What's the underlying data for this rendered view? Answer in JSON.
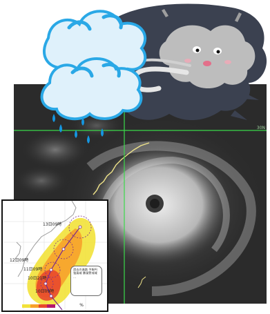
{
  "satellite": {
    "grid_label": "30N",
    "colors": {
      "grid": "#3bd94a",
      "coast": "#f0e48a",
      "background": "#2b2b2b"
    }
  },
  "forecast_map": {
    "times": [
      "13日09時",
      "12日09時",
      "11日09時",
      "10日21時",
      "10日09時"
    ],
    "note": "過去の進路 予報円 強風域 暴風警戒域 …",
    "legend_unit": "%",
    "colors": {
      "cone_outer": "#f2e23a",
      "cone_mid": "#f7a12b",
      "cone_inner": "#e8482c",
      "track": "#7a2a8a"
    }
  },
  "clipart": {
    "colors": {
      "cloud_fill": "#dff1fb",
      "cloud_blue": "#2aa8e6",
      "rain": "#1596e0",
      "storm": "#3b4150",
      "wind_cloud": "#bdbdbd"
    }
  }
}
